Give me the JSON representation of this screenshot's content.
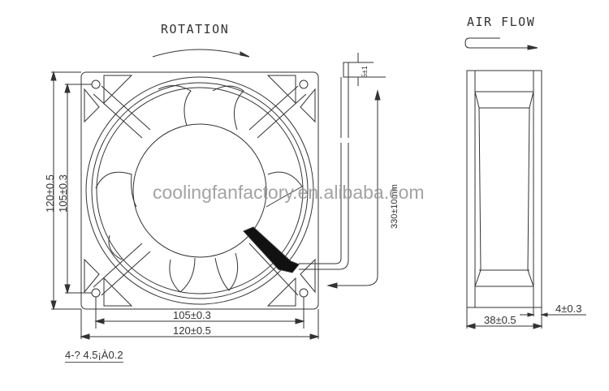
{
  "drawing": {
    "title_rotation": "ROTATION",
    "title_airflow": "AIR FLOW",
    "watermark": "coolingfanfactory.en.alibaba.com",
    "front_view": {
      "height_outer": "120±0.5",
      "height_holes": "105±0.3",
      "width_holes": "105±0.3",
      "width_outer": "120±0.5",
      "hole_note": "4-? 4.5¡À0.2"
    },
    "lead_wire": {
      "strip_length": "5±1",
      "lead_length": "330±10mm"
    },
    "side_view": {
      "depth": "38±0.5",
      "flange": "4±0.3"
    },
    "colors": {
      "line": "#333333",
      "watermark": "#9a9a9a",
      "background": "#ffffff"
    }
  }
}
